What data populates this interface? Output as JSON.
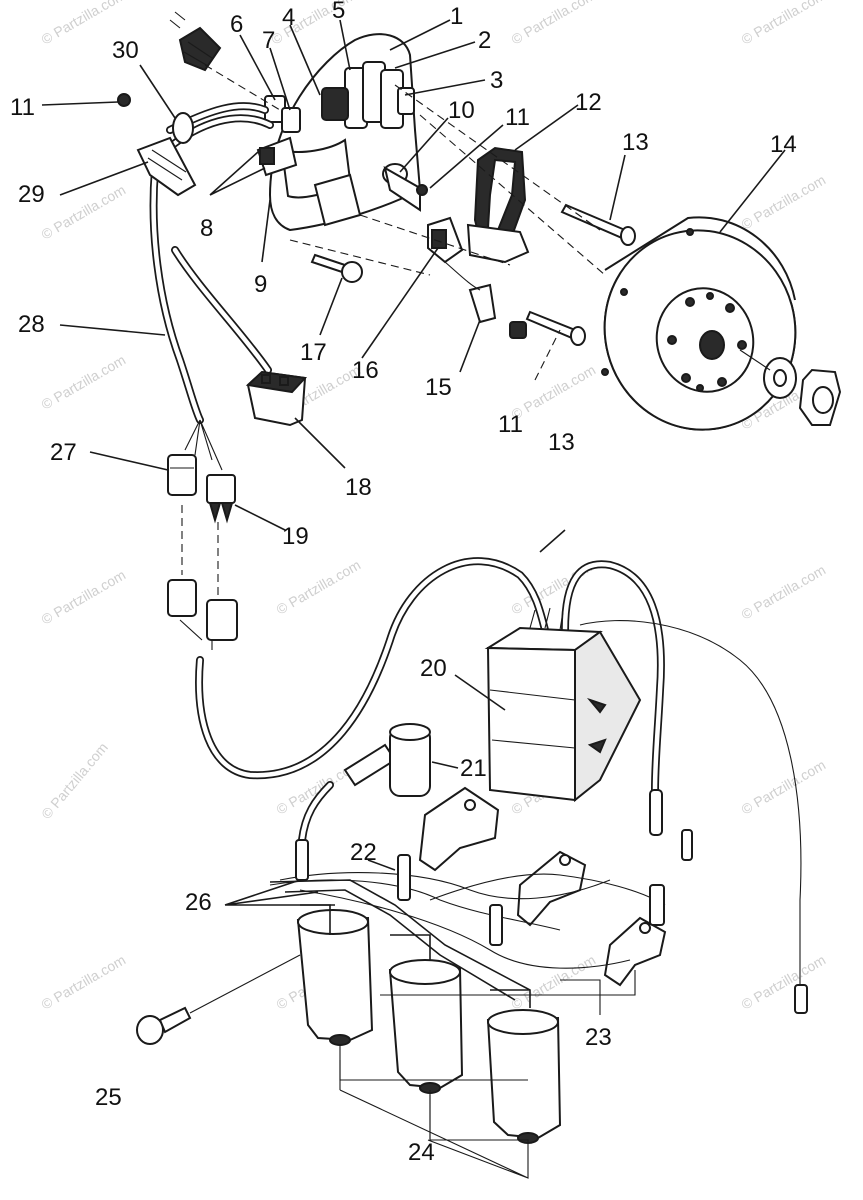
{
  "diagram": {
    "labels": [
      {
        "id": "1",
        "text": "1"
      },
      {
        "id": "2",
        "text": "2"
      },
      {
        "id": "3",
        "text": "3"
      },
      {
        "id": "4",
        "text": "4"
      },
      {
        "id": "5",
        "text": "5"
      },
      {
        "id": "6",
        "text": "6"
      },
      {
        "id": "7",
        "text": "7"
      },
      {
        "id": "8",
        "text": "8"
      },
      {
        "id": "9",
        "text": "9"
      },
      {
        "id": "10",
        "text": "10"
      },
      {
        "id": "11a",
        "text": "11"
      },
      {
        "id": "11b",
        "text": "11"
      },
      {
        "id": "11c",
        "text": "11"
      },
      {
        "id": "12",
        "text": "12"
      },
      {
        "id": "13a",
        "text": "13"
      },
      {
        "id": "13b",
        "text": "13"
      },
      {
        "id": "14",
        "text": "14"
      },
      {
        "id": "15",
        "text": "15"
      },
      {
        "id": "16",
        "text": "16"
      },
      {
        "id": "17",
        "text": "17"
      },
      {
        "id": "18",
        "text": "18"
      },
      {
        "id": "19",
        "text": "19"
      },
      {
        "id": "20",
        "text": "20"
      },
      {
        "id": "21",
        "text": "21"
      },
      {
        "id": "22",
        "text": "22"
      },
      {
        "id": "23",
        "text": "23"
      },
      {
        "id": "24",
        "text": "24"
      },
      {
        "id": "25",
        "text": "25"
      },
      {
        "id": "26",
        "text": "26"
      },
      {
        "id": "27",
        "text": "27"
      },
      {
        "id": "28",
        "text": "28"
      },
      {
        "id": "29",
        "text": "29"
      },
      {
        "id": "30",
        "text": "30"
      }
    ],
    "watermark": "© Partzilla.com"
  }
}
